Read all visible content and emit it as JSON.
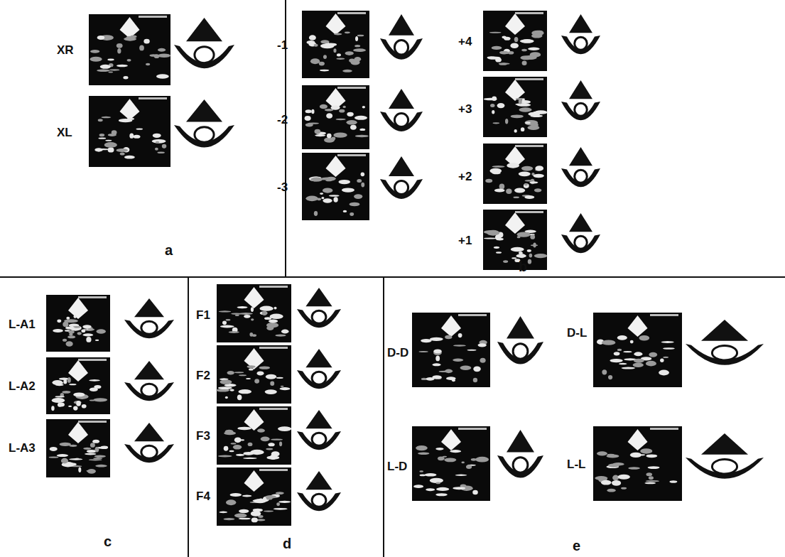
{
  "diagram": {
    "labels": [
      "XR",
      "XL",
      "a",
      "-1",
      "-2",
      "-3",
      "+4",
      "+3",
      "+2",
      "+1",
      "b",
      "L-A1",
      "L-A2",
      "L-A3",
      "c",
      "F1",
      "F2",
      "F3",
      "F4",
      "d",
      "D-D",
      "D-L",
      "L-D",
      "L-L",
      "e"
    ]
  }
}
